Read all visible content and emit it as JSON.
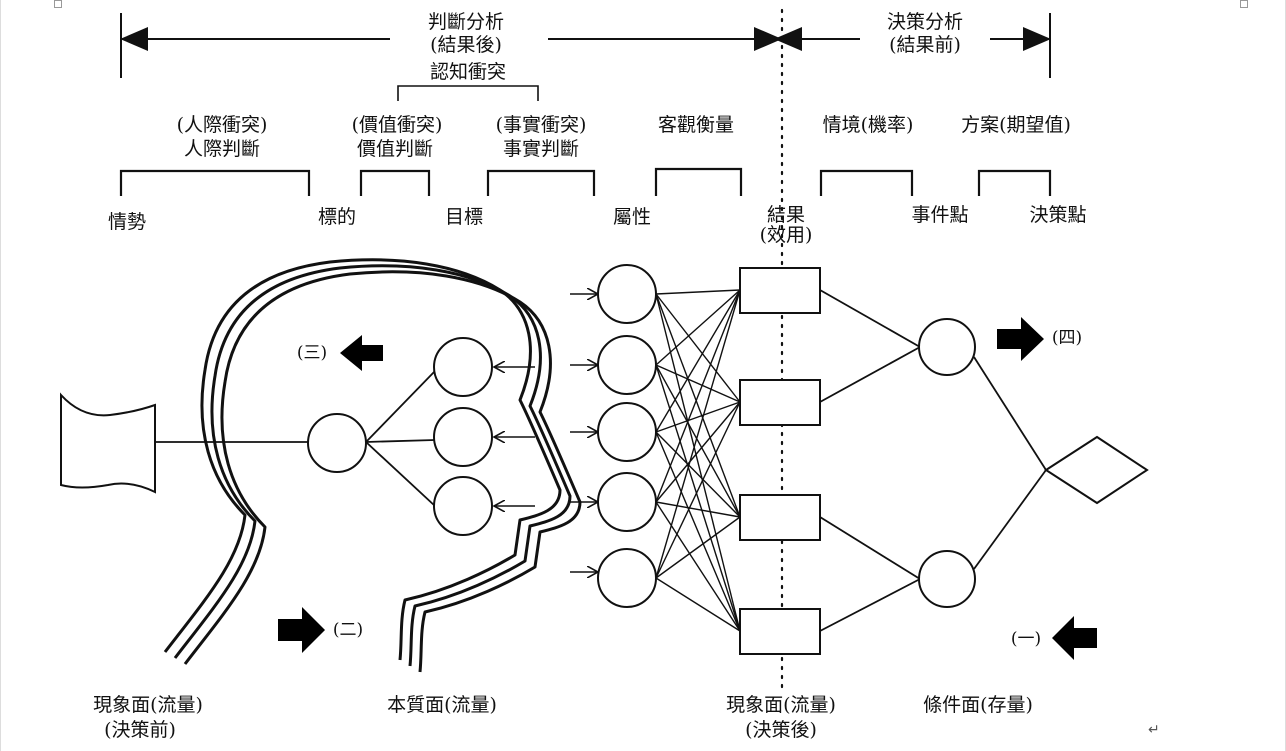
{
  "top": {
    "left_span_title": "判斷分析",
    "left_span_sub": "(結果後)",
    "cognitive_conflict": "認知衝突",
    "right_span_title": "決策分析",
    "right_span_sub": "(結果前)"
  },
  "brackets": {
    "interpersonal_conflict": "(人際衝突)",
    "interpersonal_judgment": "人際判斷",
    "value_conflict": "(價值衝突)",
    "value_judgment": "價值判斷",
    "fact_conflict": "(事實衝突)",
    "fact_judgment": "事實判斷",
    "objective_measure": "客觀衡量",
    "situation_prob": "情境(機率)",
    "option_expected": "方案(期望值)"
  },
  "axis_labels": {
    "situation": "情勢",
    "target": "標的",
    "goal": "目標",
    "attribute": "屬性",
    "result": "結果",
    "result_sub": "(效用)",
    "event_point": "事件點",
    "decision_point": "決策點"
  },
  "markers": {
    "m1": "(一)",
    "m2": "(二)",
    "m3": "(三)",
    "m4": "(四)"
  },
  "bottom": {
    "phenom_pre_1": "現象面(流量)",
    "phenom_pre_2": "(決策前)",
    "essence": "本質面(流量)",
    "phenom_post_1": "現象面(流量)",
    "phenom_post_2": "(決策後)",
    "condition": "條件面(存量)"
  }
}
